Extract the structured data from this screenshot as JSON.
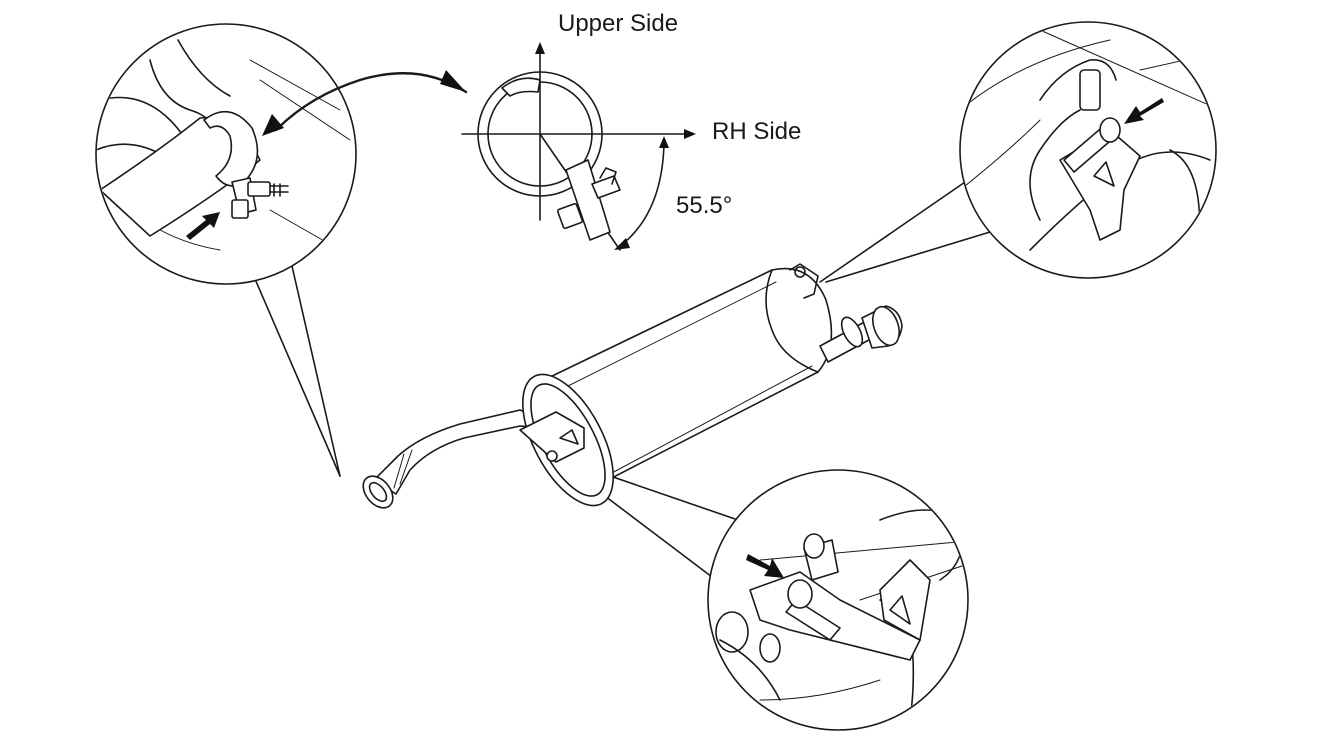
{
  "labels": {
    "upper_side": "Upper Side",
    "rh_side": "RH Side",
    "angle": "55.5°"
  },
  "colors": {
    "line": "#1a1a1a",
    "background": "#ffffff"
  },
  "icons": [
    "pointer-arrow-icon",
    "curved-arrow-icon"
  ]
}
